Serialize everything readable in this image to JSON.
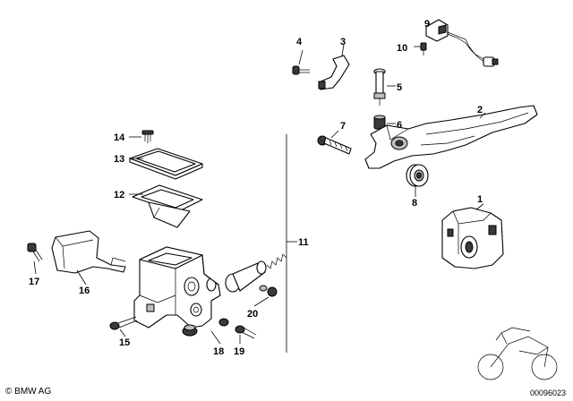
{
  "callouts": {
    "c1": "1",
    "c2": "2",
    "c3": "3",
    "c4": "4",
    "c5": "5",
    "c6": "6",
    "c7": "7",
    "c8": "8",
    "c9": "9",
    "c10": "10",
    "c11": "11",
    "c12": "12",
    "c13": "13",
    "c14": "14",
    "c15": "15",
    "c16": "16",
    "c17": "17",
    "c18": "18",
    "c19": "19",
    "c20": "20"
  },
  "footer": {
    "brand": "© BMW AG",
    "drawing_number": "00096023"
  }
}
